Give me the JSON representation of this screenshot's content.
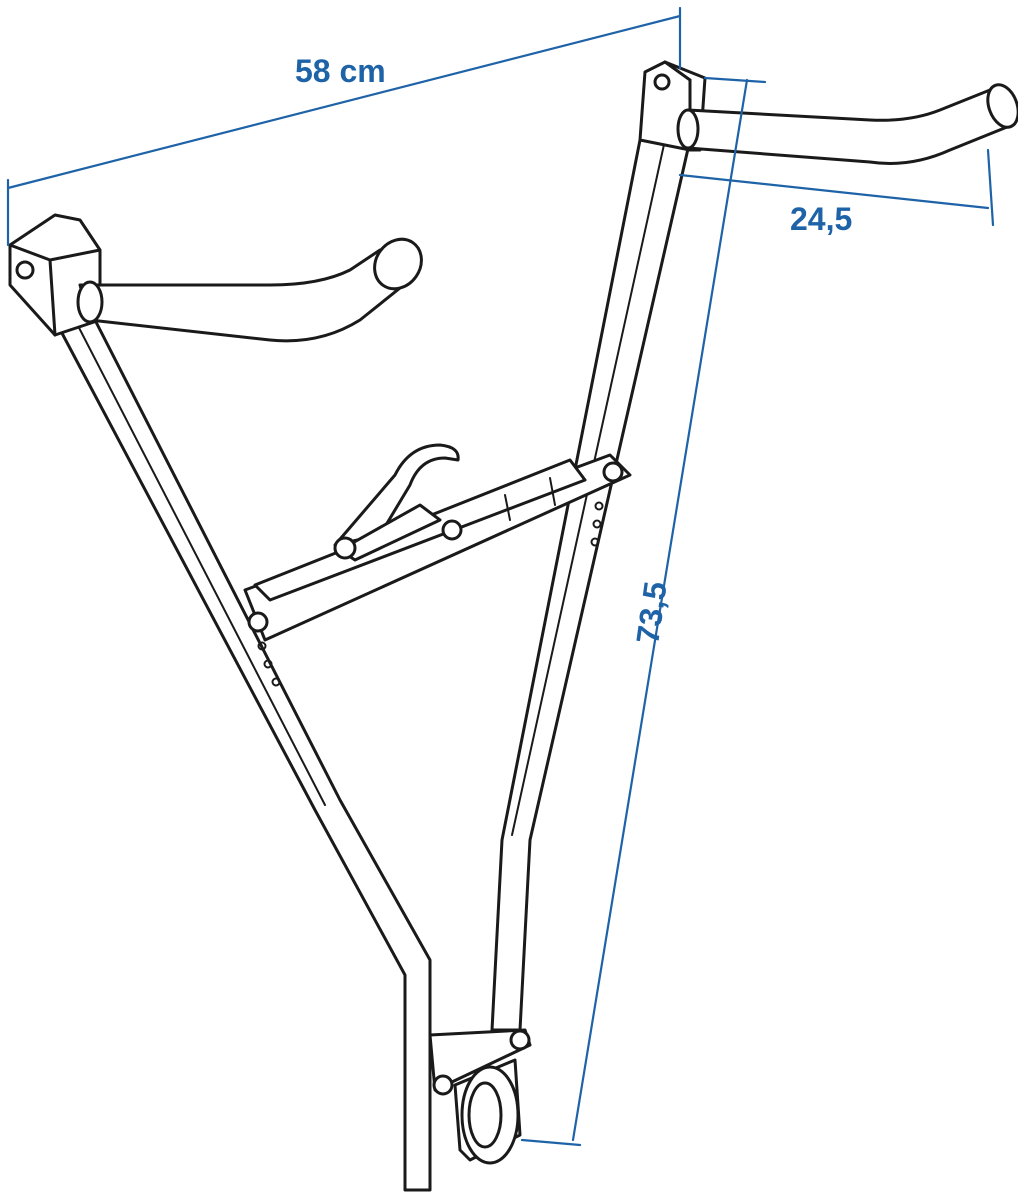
{
  "accent_color": "#1e63a8",
  "line_color": "#1a1a1a",
  "dimensions": {
    "width": "58 cm",
    "arm_length": "24,5",
    "height": "73,5"
  }
}
